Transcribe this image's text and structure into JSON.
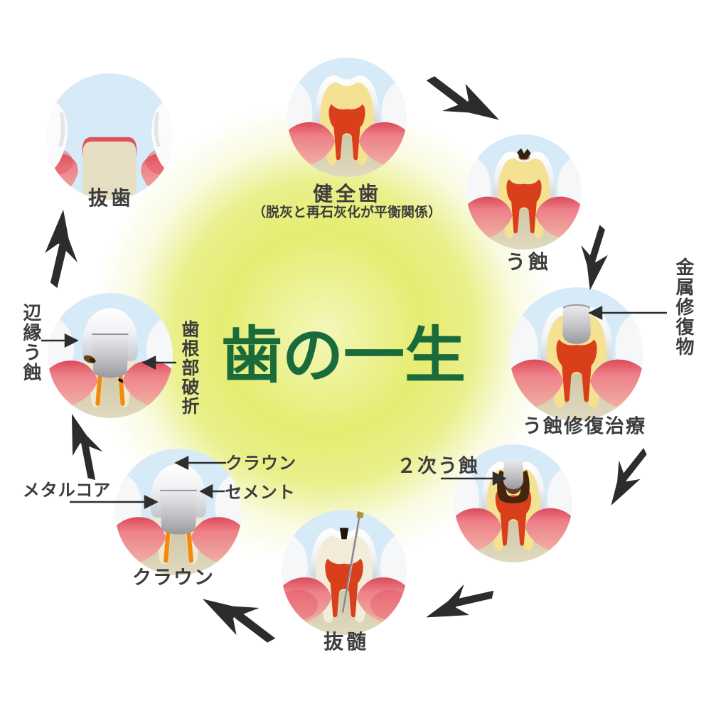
{
  "title": "歯の一生",
  "stages": {
    "healthy": {
      "label": "健全歯",
      "sublabel": "（脱灰と再石灰化が平衡関係）"
    },
    "caries": {
      "label": "う蝕"
    },
    "restoration": {
      "label": "う蝕修復治療",
      "callout_metal": "金属修復物"
    },
    "secondary_caries": {
      "label": "２次う蝕"
    },
    "pulpectomy": {
      "label": "抜髄"
    },
    "crown": {
      "label": "クラウン",
      "callout_crown": "クラウン",
      "callout_cement": "セメント",
      "callout_metal_core": "メタルコア"
    },
    "marginal_caries": {
      "callout_marginal": "辺縁う蝕",
      "callout_root_fracture": "歯根部破折"
    },
    "extraction": {
      "label": "抜歯"
    }
  },
  "colors": {
    "title_green": "#1a6b3c",
    "glow_yellow": "#e5ec6e",
    "label_gray": "#3d3d3d",
    "arrow_black": "#2c2c2c"
  }
}
